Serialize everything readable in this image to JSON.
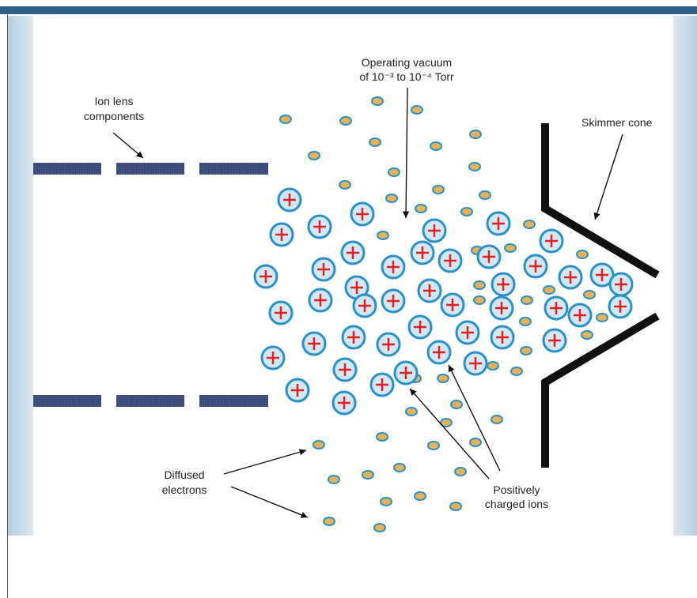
{
  "labels": {
    "vacuum_line1": "Operating vacuum",
    "vacuum_line2": "of 10⁻³ to 10⁻⁴ Torr",
    "ion_lens_line1": "Ion lens",
    "ion_lens_line2": "components",
    "skimmer": "Skimmer cone",
    "diffused_line1": "Diffused",
    "diffused_line2": "electrons",
    "positive_line1": "Positively",
    "positive_line2": "charged ions"
  },
  "icons": {
    "ion": "positive-ion-icon",
    "electron": "electron-icon"
  },
  "colors": {
    "top_bar": "#2e5f86",
    "lens": "#3c4a78",
    "ion_fill": "#d3e8f5",
    "ion_ring": "#2b8fc8",
    "plus": "#e02020",
    "electron_fill": "#e6b35a",
    "electron_ring": "#2b8fc8"
  }
}
